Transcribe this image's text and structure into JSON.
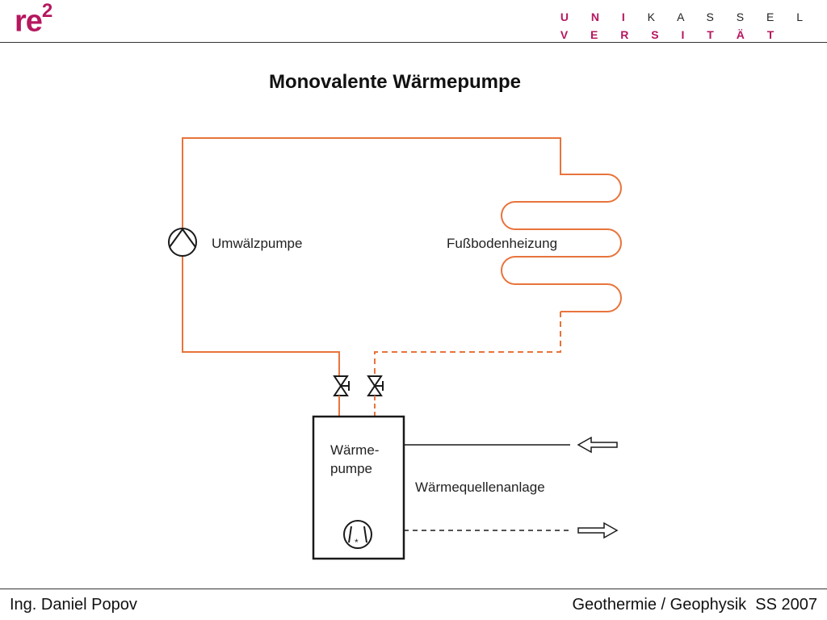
{
  "header": {
    "logo_text": "re",
    "logo_sup": "2",
    "uni_row1_accent": "U N I",
    "uni_row1_rest": "K A S S E L",
    "uni_row2": "V E R S I T Ä T",
    "colors": {
      "brand": "#b5175f",
      "pipe": "#e8743b",
      "line": "#1a1a1a"
    }
  },
  "slide": {
    "title": "Monovalente Wärmepumpe"
  },
  "diagram": {
    "label_pump": "Umwälzpumpe",
    "label_floor_heating": "Fußbodenheizung",
    "label_heat_pump_line1": "Wärme-",
    "label_heat_pump_line2": "pumpe",
    "label_heat_source": "Wärmequellenanlage",
    "compressor_mark": "*"
  },
  "footer": {
    "left": "Ing. Daniel Popov",
    "right": "Geothermie / Geophysik  SS 2007"
  }
}
